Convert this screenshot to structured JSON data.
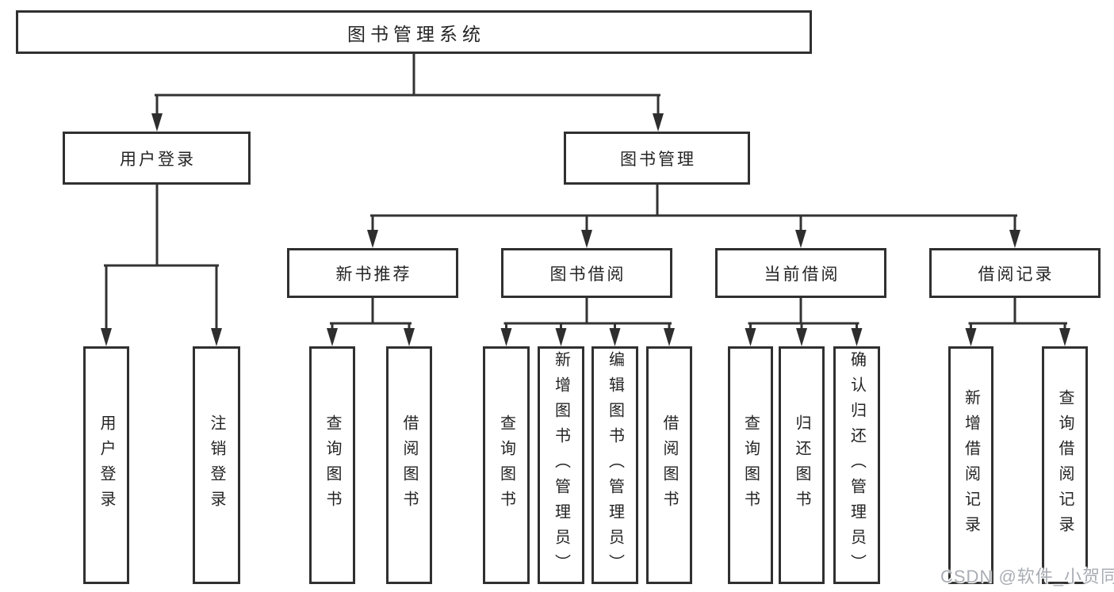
{
  "diagram": {
    "title_node": {
      "label": "图书管理系统"
    },
    "branches": {
      "user_login": {
        "label": "用户登录",
        "children": [
          "用户登录",
          "注销登录"
        ]
      },
      "book_mgmt": {
        "label": "图书管理"
      }
    },
    "modules": [
      {
        "label": "新书推荐",
        "children": [
          "查询图书",
          "借阅图书"
        ]
      },
      {
        "label": "图书借阅",
        "children": [
          "查询图书",
          "新增图书（管理员）",
          "编辑图书（管理员）",
          "借阅图书"
        ]
      },
      {
        "label": "当前借阅",
        "children": [
          "查询图书",
          "归还图书",
          "确认归还（管理员）"
        ]
      },
      {
        "label": "借阅记录",
        "children": [
          "新增借阅记录",
          "查询借阅记录"
        ]
      }
    ],
    "colors": {
      "line": "#333333",
      "border": "#303030",
      "text": "#242424",
      "background": "#ffffff",
      "watermark_text": "#a9adb4"
    }
  },
  "watermark": {
    "text": "CSDN @软件_小贺同学"
  }
}
